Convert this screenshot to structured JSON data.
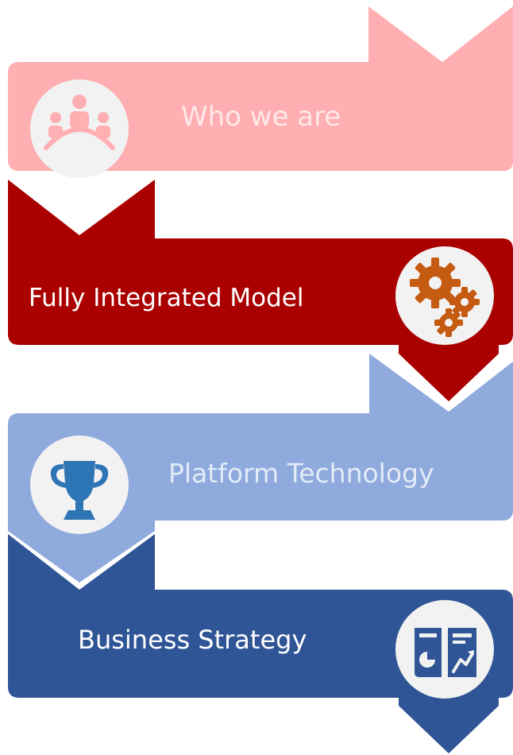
{
  "steps": [
    {
      "label": "Who we are",
      "icon": "team-meeting-icon",
      "fill": "#FFAEB1",
      "text_color": "#FFE8E9"
    },
    {
      "label": "Fully Integrated Model",
      "icon": "gears-icon",
      "fill": "#AA0000",
      "text_color": "#FFFFFF",
      "icon_color": "#C55A11"
    },
    {
      "label": "Platform Technology",
      "icon": "trophy-icon",
      "fill": "#8FAADC",
      "text_color": "#E3EBF8",
      "icon_color": "#2E75B6"
    },
    {
      "label": "Business Strategy",
      "icon": "report-chart-icon",
      "fill": "#2F5597",
      "text_color": "#FFFFFF"
    }
  ]
}
